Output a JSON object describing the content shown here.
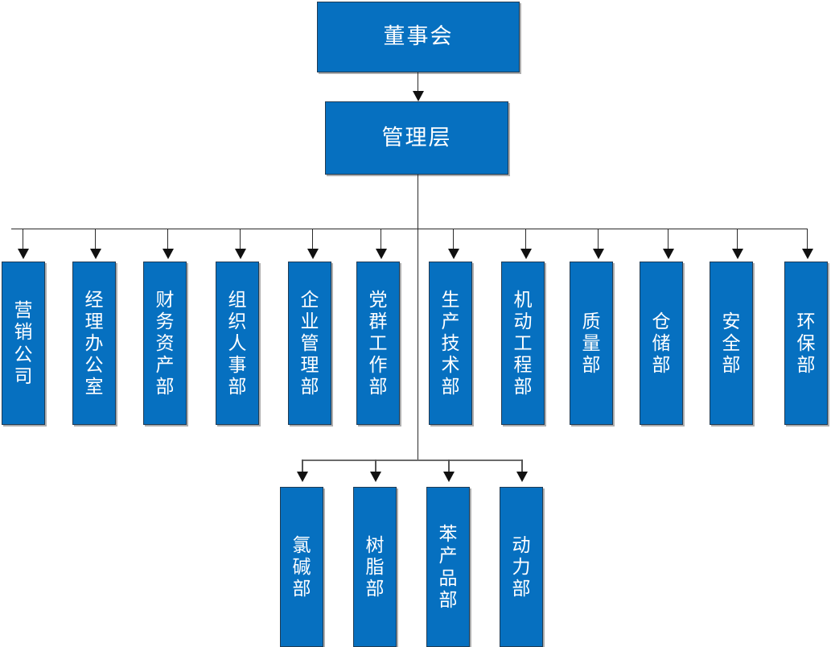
{
  "diagram": {
    "type": "organization-chart",
    "title_text": "",
    "colors": {
      "node_fill": "#0670C0",
      "node_border": "#1F3B54",
      "node_text": "#FFFFFF",
      "connector": "#2B2B2B",
      "arrowhead": "#111111",
      "shadow": "#A0A0A0",
      "background": "#FFFFFF"
    },
    "levels": {
      "level1": {
        "nodes": [
          {
            "id": "board",
            "label": "董事会",
            "orientation": "horizontal"
          }
        ]
      },
      "level2": {
        "nodes": [
          {
            "id": "management",
            "label": "管理层",
            "orientation": "horizontal"
          }
        ]
      },
      "level3": {
        "orientation": "vertical",
        "nodes": [
          {
            "id": "dept-marketing",
            "label": "营销公司",
            "chars": [
              "营",
              "销",
              "公",
              "司"
            ]
          },
          {
            "id": "dept-manager-office",
            "label": "经理办公室",
            "chars": [
              "经",
              "理",
              "办",
              "公",
              "室"
            ]
          },
          {
            "id": "dept-finance-assets",
            "label": "财务资产部",
            "chars": [
              "财",
              "务",
              "资",
              "产",
              "部"
            ]
          },
          {
            "id": "dept-org-personnel",
            "label": "组织人事部",
            "chars": [
              "组",
              "织",
              "人",
              "事",
              "部"
            ]
          },
          {
            "id": "dept-enterprise-mgmt",
            "label": "企业管理部",
            "chars": [
              "企",
              "业",
              "管",
              "理",
              "部"
            ]
          },
          {
            "id": "dept-party-mass-work",
            "label": "党群工作部",
            "chars": [
              "党",
              "群",
              "工",
              "作",
              "部"
            ]
          },
          {
            "id": "dept-production-tech",
            "label": "生产技术部",
            "chars": [
              "生",
              "产",
              "技",
              "术",
              "部"
            ]
          },
          {
            "id": "dept-mechanical-eng",
            "label": "机动工程部",
            "chars": [
              "机",
              "动",
              "工",
              "程",
              "部"
            ]
          },
          {
            "id": "dept-quality",
            "label": "质量部",
            "chars": [
              "质",
              "量",
              "部"
            ]
          },
          {
            "id": "dept-warehouse",
            "label": "仓储部",
            "chars": [
              "仓",
              "储",
              "部"
            ]
          },
          {
            "id": "dept-safety",
            "label": "安全部",
            "chars": [
              "安",
              "全",
              "部"
            ]
          },
          {
            "id": "dept-environment",
            "label": "环保部",
            "chars": [
              "环",
              "保",
              "部"
            ]
          }
        ]
      },
      "level4": {
        "orientation": "vertical",
        "nodes": [
          {
            "id": "dept-chlor-alkali",
            "label": "氯碱部",
            "chars": [
              "氯",
              "碱",
              "部"
            ]
          },
          {
            "id": "dept-resin",
            "label": "树脂部",
            "chars": [
              "树",
              "脂",
              "部"
            ]
          },
          {
            "id": "dept-benzene-products",
            "label": "苯产品部",
            "chars": [
              "苯",
              "产",
              "品",
              "部"
            ]
          },
          {
            "id": "dept-power",
            "label": "动力部",
            "chars": [
              "动",
              "力",
              "部"
            ]
          }
        ]
      }
    },
    "edges": [
      {
        "from": "board",
        "to": "management",
        "style": "arrow"
      },
      {
        "from": "management",
        "to": "level3-bus",
        "style": "line"
      },
      {
        "from": "level3-bus",
        "to": "all-level3-nodes",
        "style": "arrow"
      },
      {
        "from": "management",
        "to": "level4-bus",
        "style": "line"
      },
      {
        "from": "level4-bus",
        "to": "all-level4-nodes",
        "style": "arrow"
      }
    ]
  }
}
